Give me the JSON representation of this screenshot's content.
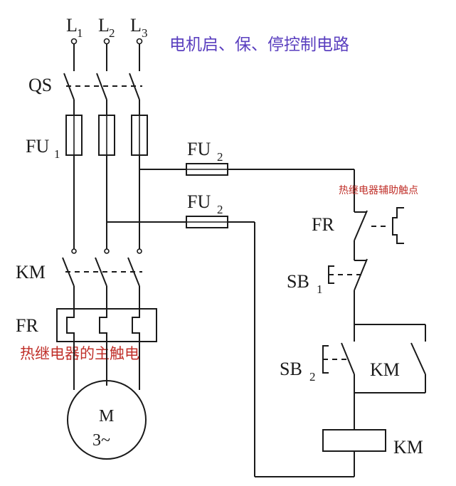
{
  "title": "电机启、保、停控制电路",
  "note_aux_contact": "热继电器辅助触点",
  "note_main_contact": "热继电器的主触电",
  "phases": [
    {
      "base": "L",
      "sub": "1"
    },
    {
      "base": "L",
      "sub": "2"
    },
    {
      "base": "L",
      "sub": "3"
    }
  ],
  "labels": {
    "qs": "QS",
    "fu1": {
      "base": "FU",
      "sub": "1"
    },
    "fu2_top": {
      "base": "FU",
      "sub": "2"
    },
    "fu2_bottom": {
      "base": "FU",
      "sub": "2"
    },
    "km_main": "KM",
    "fr_main": "FR",
    "fr_aux": "FR",
    "sb1": {
      "base": "SB",
      "sub": "1"
    },
    "sb2": {
      "base": "SB",
      "sub": "2"
    },
    "km_aux": "KM",
    "km_coil": "KM",
    "motor_top": "M",
    "motor_bottom": "3~"
  }
}
